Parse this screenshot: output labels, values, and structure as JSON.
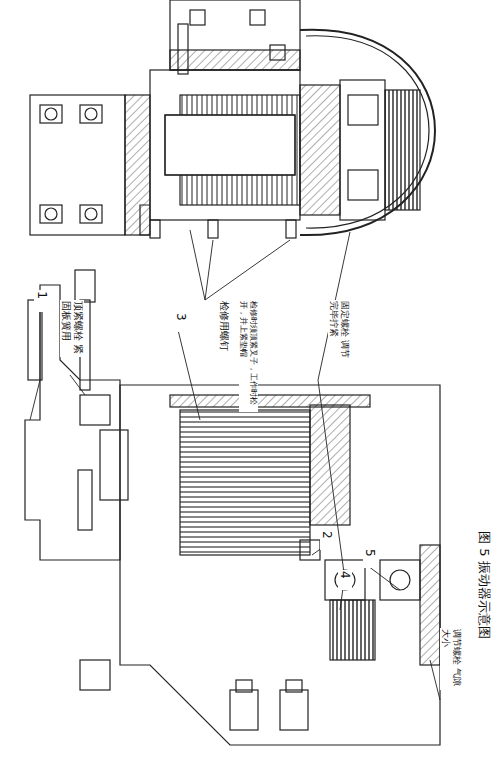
{
  "diagram": {
    "caption": "图 5 振动器示意图",
    "labels": [
      "1",
      "顶紧螺栓 紧固板簧用",
      "检修用螺钉",
      "检修时须顶紧叉子，工作时松开，并上紧垫帽",
      "3",
      "2",
      "固定螺栓 调节完毕拧紧",
      "4",
      "5",
      "调节螺栓 气隙大小"
    ]
  }
}
